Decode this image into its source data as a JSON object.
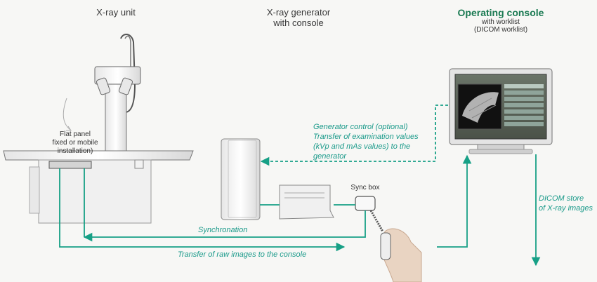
{
  "titles": {
    "xray_unit": "X-ray unit",
    "generator_line1": "X-ray generator",
    "generator_line2": "with console",
    "console": "Operating console",
    "console_sub1": "with worklist",
    "console_sub2": "(DICOM worklist)"
  },
  "labels": {
    "flat_panel_line1": "Flat panel",
    "flat_panel_line2": "fixed or mobile",
    "flat_panel_line3": "installation)",
    "sync_box": "Sync box"
  },
  "flows": {
    "generator_control_1": "Generator control (optional)",
    "generator_control_2": "Transfer of examination values",
    "generator_control_3": "(kVp and mAs values) to the",
    "generator_control_4": "generator",
    "synchronation": "Synchronation",
    "raw_images": "Transfer of raw images to the console",
    "dicom_store_1": "DICOM store",
    "dicom_store_2": "of X-ray images"
  },
  "colors": {
    "flow_line": "#17a086",
    "flow_text": "#1a9a8a",
    "console_title": "#1a7a52"
  }
}
